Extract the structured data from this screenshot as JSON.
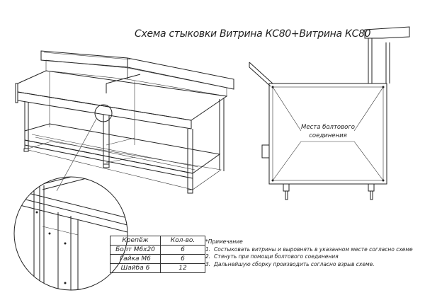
{
  "title": "Схема стыковки Витрина КС80+Витрина КС80",
  "callout": {
    "line1": "Места болтового",
    "line2": "соединения"
  },
  "parts_table": {
    "headers": [
      "Крепёж",
      "Кол-во."
    ],
    "rows": [
      [
        "Болт М6х20",
        "6"
      ],
      [
        "Гайка М6",
        "6"
      ],
      [
        "Шайба 6",
        "12"
      ]
    ]
  },
  "notes": {
    "heading": "*Примечание",
    "items": [
      {
        "num": "1.",
        "text": "Состыковать витрины и выровнять в указанном месте согласно схеме"
      },
      {
        "num": "2.",
        "text": "Стянуть при помощи болтового соединения"
      },
      {
        "num": "3.",
        "text": "Дальнейшую сборку производить согласно взрыв схеме."
      }
    ]
  }
}
